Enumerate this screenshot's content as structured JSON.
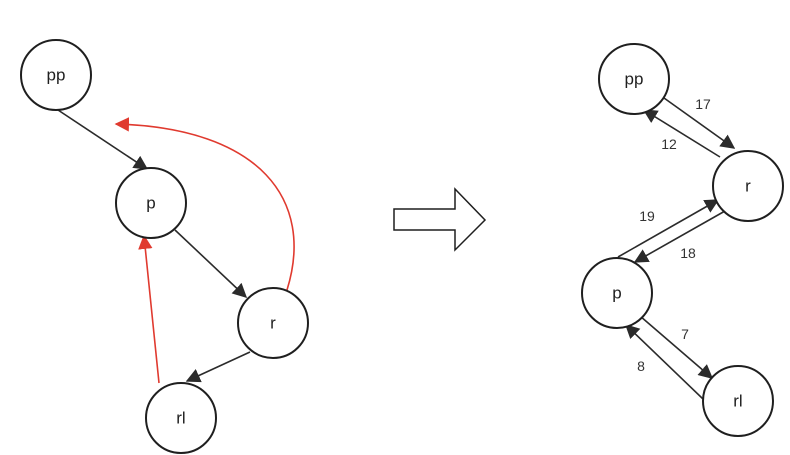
{
  "left_graph": {
    "nodes": {
      "pp": "pp",
      "p": "p",
      "r": "r",
      "rl": "rl"
    }
  },
  "right_graph": {
    "nodes": {
      "pp": "pp",
      "r": "r",
      "p": "p",
      "rl": "rl"
    },
    "edge_labels": {
      "pp_to_r": "17",
      "r_to_pp": "12",
      "p_to_r": "19",
      "r_to_p": "18",
      "p_to_rl": "7",
      "rl_to_p": "8"
    }
  },
  "colors": {
    "edge": "#2b2b2b",
    "rotation_arrow": "#e03a2f",
    "node_stroke": "#1f1f1f"
  }
}
